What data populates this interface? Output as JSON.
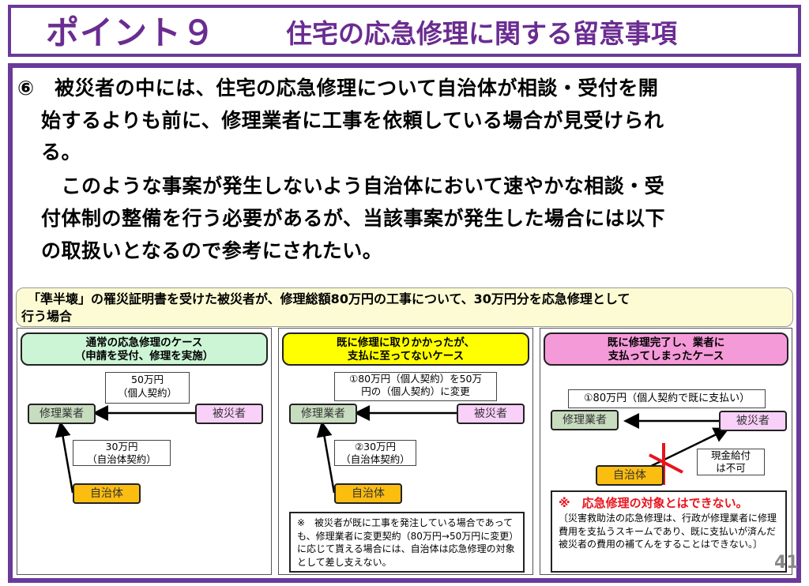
{
  "header": {
    "point": "ポイント９",
    "title": "住宅の応急修理に関する留意事項"
  },
  "body": {
    "lines": [
      "⑥　被災者の中には、住宅の応急修理について自治体が相談・受付を開",
      "始するよりも前に、修理業者に工事を依頼している場合が見受けられ",
      "る。",
      "　このような事案が発生しないよう自治体において速やかな相談・受",
      "付体制の整備を行う必要があるが、当該事案が発生した場合には以下",
      "の取扱いとなるので参考にされたい。"
    ]
  },
  "banner": {
    "line1": "　「準半壊」の罹災証明書を受けた被災者が、修理総額80万円の工事について、30万円分を応急修理として",
    "line2": "行う場合"
  },
  "panels": [
    {
      "title1": "通常の応急修理のケース",
      "title2": "（申請を受付、修理を実施）",
      "contractor": "修理業者",
      "victim": "被災者",
      "municipality": "自治体",
      "label_a1": "50万円",
      "label_a2": "（個人契約）",
      "label_b1": "30万円",
      "label_b2": "（自治体契約）"
    },
    {
      "title1": "既に修理に取りかかったが、",
      "title2": "支払に至ってないケース",
      "contractor": "修理業者",
      "victim": "被災者",
      "municipality": "自治体",
      "label_a1": "①80万円（個人契約）を50万",
      "label_a2": "円の（個人契約）に変更",
      "label_b1": "②30万円",
      "label_b2": "（自治体契約）",
      "note": "※　被災者が既に工事を発注している場合であっても、修理業者に変更契約（80万円→50万円に変更）に応じて貰える場合には、自治体は応急修理の対象として差し支えない。"
    },
    {
      "title1": "既に修理完了し、業者に",
      "title2": "支払ってしまったケース",
      "contractor": "修理業者",
      "victim": "被災者",
      "municipality": "自治体",
      "label_a1": "①80万円（個人契約で既に支払い）",
      "label_c1": "現金給付",
      "label_c2": "は不可",
      "note_head": "※　応急修理の対象とはできない。",
      "note": "〔災害救助法の応急修理は、行政が修理業者に修理費用を支払うスキームであり、既に支払いが済んだ被災者の費用の補てんをすることはできない。〕"
    }
  ],
  "page_number": "41",
  "colors": {
    "accent": "#6a2c91",
    "green": "#ccf5d6",
    "yellow": "#ffff00",
    "pink": "#f59ad8",
    "red": "#e8141e"
  }
}
